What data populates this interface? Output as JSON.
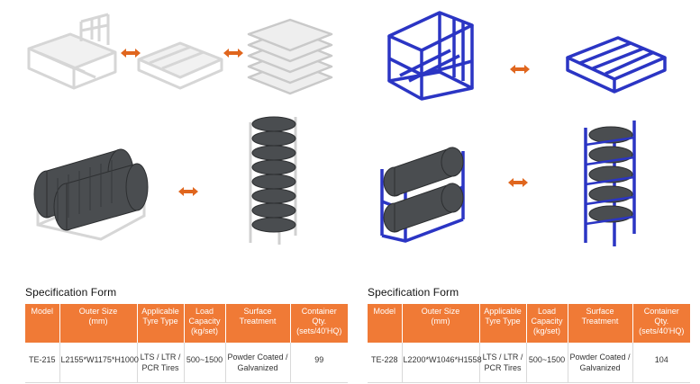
{
  "colors": {
    "accent": "#f07a36",
    "arrow": "#e0661e",
    "galvanized": "#c9ccd0",
    "white_frame": "#ececec",
    "blue_frame": "#2b35c4",
    "tire": "#4a4d50"
  },
  "images": [
    {
      "name": "white-rack-stacked-icon",
      "label": ""
    },
    {
      "name": "white-rack-folded-icon",
      "label": ""
    },
    {
      "name": "white-rack-pile-icon",
      "label": ""
    },
    {
      "name": "white-rack-with-tires-icon",
      "label": ""
    },
    {
      "name": "white-rack-tower-icon",
      "label": ""
    },
    {
      "name": "blue-rack-frame-icon",
      "label": ""
    },
    {
      "name": "blue-rack-flat-icon",
      "label": ""
    },
    {
      "name": "blue-rack-with-tires-icon",
      "label": ""
    },
    {
      "name": "blue-rack-tower-icon",
      "label": ""
    }
  ],
  "specs": [
    {
      "title": "Specification Form",
      "headers": [
        "Model",
        "Outer Size\n(mm)",
        "Applicable\nTyre Type",
        "Load\nCapacity\n(kg/set)",
        "Surface\nTreatment",
        "Container\nQty.\n(sets/40'HQ)"
      ],
      "row": {
        "model": "TE-215",
        "size": "L2155*W1175*H1000",
        "tyre": "LTS / LTR /\nPCR Tires",
        "load": "500~1500",
        "surface": "Powder Coated /\nGalvanized",
        "qty": "99"
      }
    },
    {
      "title": "Specification Form",
      "headers": [
        "Model",
        "Outer Size\n(mm)",
        "Applicable\nTyre Type",
        "Load\nCapacity\n(kg/set)",
        "Surface\nTreatment",
        "Container\nQty.\n(sets/40'HQ)"
      ],
      "row": {
        "model": "TE-228",
        "size": "L2200*W1046*H1558",
        "tyre": "LTS / LTR /\nPCR Tires",
        "load": "500~1500",
        "surface": "Powder Coated /\nGalvanized",
        "qty": "104"
      }
    }
  ]
}
